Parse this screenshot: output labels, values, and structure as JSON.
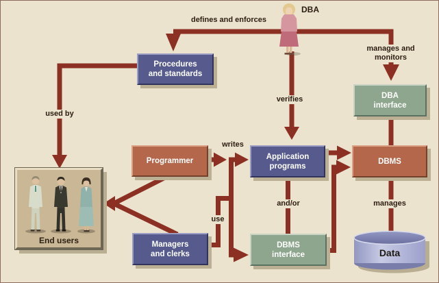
{
  "diagram": {
    "dba": {
      "label": "DBA"
    },
    "boxes": {
      "procedures": {
        "line1": "Procedures",
        "line2": "and standards"
      },
      "dba_interface": {
        "line1": "DBA",
        "line2": "interface"
      },
      "programmer": {
        "line1": "Programmer"
      },
      "application_programs": {
        "line1": "Application",
        "line2": "programs"
      },
      "dbms": {
        "line1": "DBMS"
      },
      "managers_clerks": {
        "line1": "Managers",
        "line2": "and clerks"
      },
      "dbms_interface": {
        "line1": "DBMS",
        "line2": "interface"
      }
    },
    "end_users": {
      "label": "End users"
    },
    "data_store": {
      "label": "Data"
    },
    "edge_labels": {
      "defines_enforces": "defines and enforces",
      "manages_monitors_line1": "manages and",
      "manages_monitors_line2": "monitors",
      "used_by": "used by",
      "verifies": "verifies",
      "writes": "writes",
      "use": "use",
      "and_or": "and/or",
      "manages": "manages"
    },
    "colors": {
      "background": "#ece3cf",
      "arrow": "#8c3023",
      "box_purple": "#575a8c",
      "box_terracotta": "#b5674c",
      "box_green": "#8ea68d",
      "end_users_panel": "#c9b795",
      "cylinder_body": "#b2b6d8",
      "label_text": "#2b1c10"
    }
  }
}
